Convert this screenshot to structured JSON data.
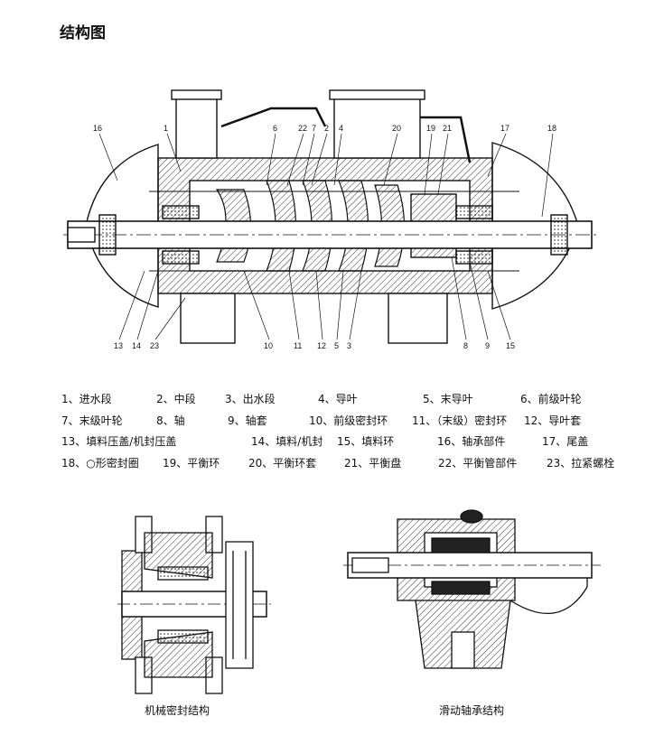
{
  "page_title": "结构图",
  "callouts": [
    "16",
    "1",
    "6",
    "22",
    "7",
    "2",
    "4",
    "20",
    "19",
    "21",
    "17",
    "18",
    "13",
    "14",
    "23",
    "10",
    "11",
    "12",
    "5",
    "3",
    "8",
    "9",
    "15"
  ],
  "legend": [
    [
      "1、进水段",
      "2、中段",
      "3、出水段",
      "4、导叶",
      "5、末导叶",
      "6、前级叶轮"
    ],
    [
      "7、末级叶轮",
      "8、轴",
      "9、轴套",
      "10、前级密封环",
      "11、（末级）密封环",
      "12、导叶套"
    ],
    [
      "13、填料压盖/机封压盖",
      "14、填料/机封",
      "15、填料环",
      "16、轴承部件",
      "17、尾盖"
    ],
    [
      "18、○形密封圈",
      "19、平衡环",
      "20、平衡环套",
      "21、平衡盘",
      "22、平衡管部件",
      "23、拉紧螺栓"
    ]
  ],
  "captions": {
    "mechanical_seal": "机械密封结构",
    "sliding_bearing": "滑动轴承结构"
  }
}
